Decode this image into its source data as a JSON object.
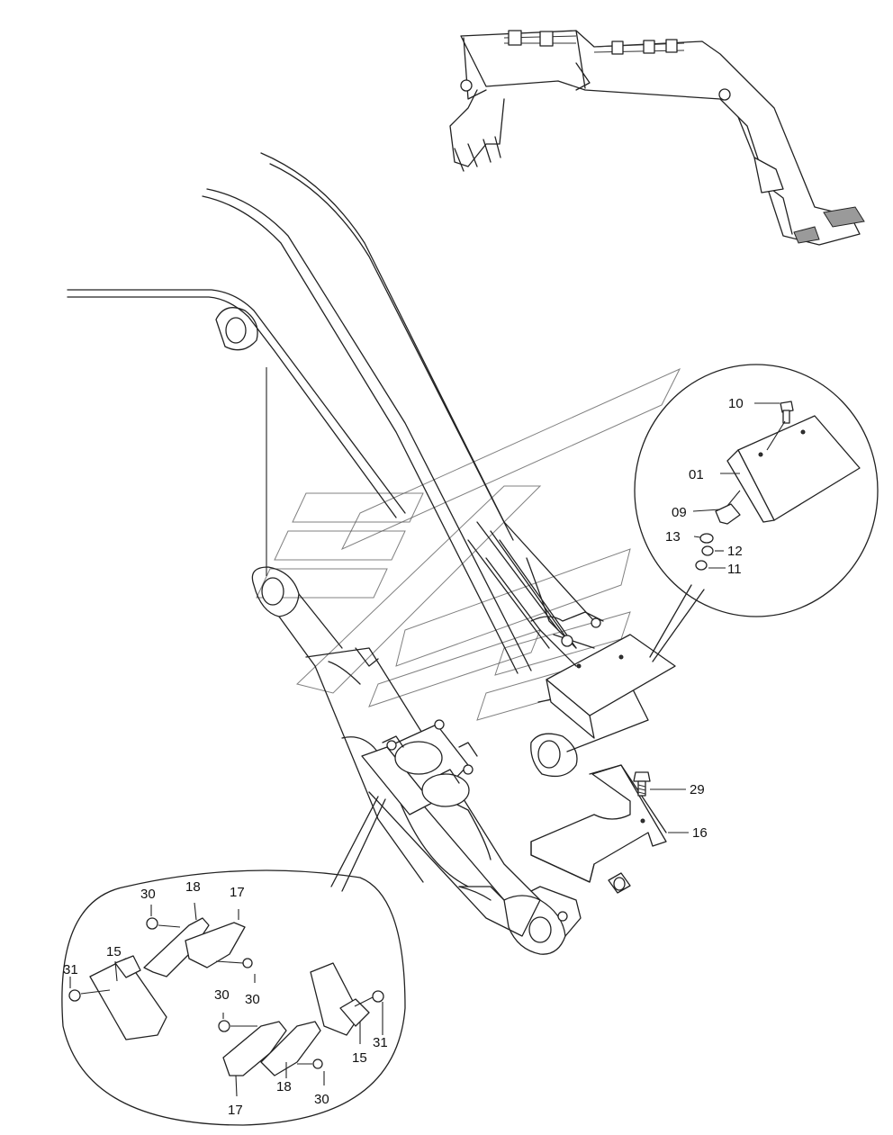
{
  "callouts": [
    {
      "id": "c10",
      "text": "10"
    },
    {
      "id": "c01",
      "text": "01"
    },
    {
      "id": "c09",
      "text": "09"
    },
    {
      "id": "c13",
      "text": "13"
    },
    {
      "id": "c12",
      "text": "12"
    },
    {
      "id": "c11",
      "text": "11"
    },
    {
      "id": "c29",
      "text": "29"
    },
    {
      "id": "c16",
      "text": "16"
    },
    {
      "id": "c30a",
      "text": "30"
    },
    {
      "id": "c18a",
      "text": "18"
    },
    {
      "id": "c17a",
      "text": "17"
    },
    {
      "id": "c15a",
      "text": "15"
    },
    {
      "id": "c31a",
      "text": "31"
    },
    {
      "id": "c30b",
      "text": "30"
    },
    {
      "id": "c30c",
      "text": "30"
    },
    {
      "id": "c31b",
      "text": "31"
    },
    {
      "id": "c15b",
      "text": "15"
    },
    {
      "id": "c17b",
      "text": "17"
    },
    {
      "id": "c18b",
      "text": "18"
    },
    {
      "id": "c30d",
      "text": "30"
    }
  ]
}
